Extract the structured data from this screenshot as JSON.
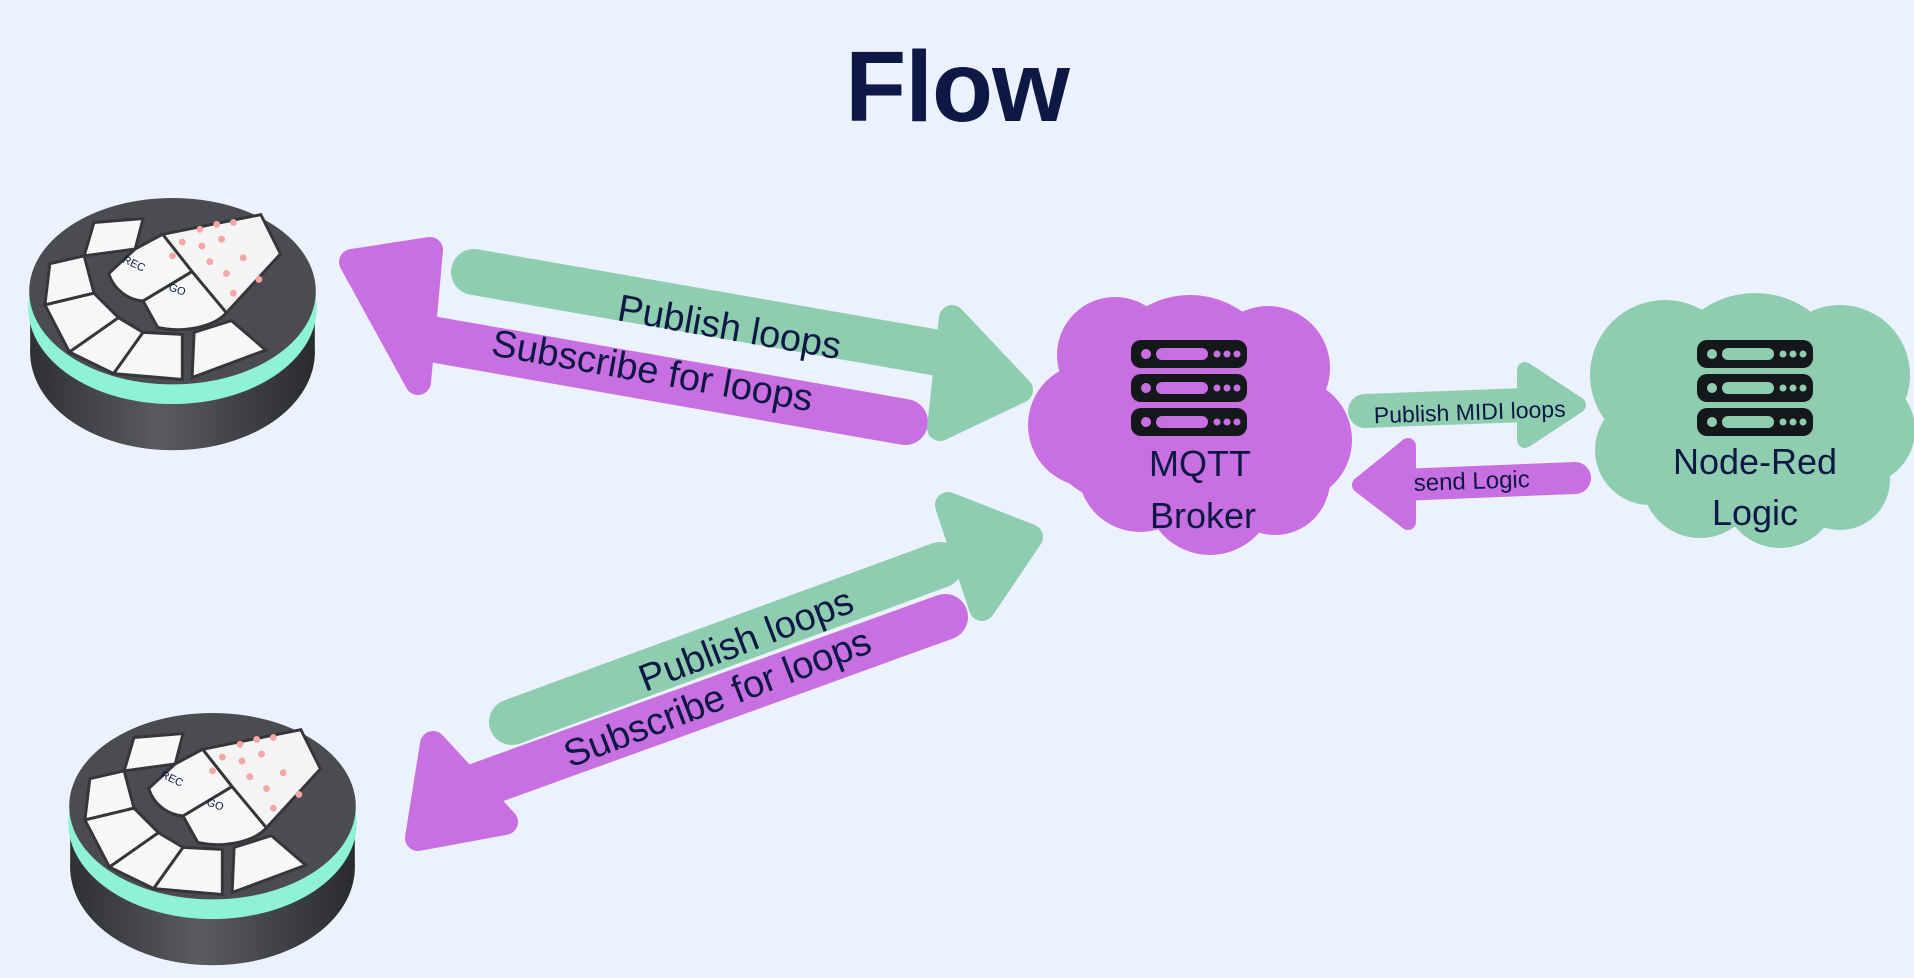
{
  "title": "Flow",
  "colors": {
    "background": "#ecf2fd",
    "publish": "#8ecdb0",
    "subscribe": "#c86fe1",
    "device_ring": "#8ef2d5",
    "text": "#0d1845"
  },
  "devices": [
    {
      "rec_label": "REC",
      "go_label": "GO"
    },
    {
      "rec_label": "REC",
      "go_label": "GO"
    }
  ],
  "arrows": {
    "top_publish": "Publish loops",
    "top_subscribe": "Subscribe for loops",
    "bottom_publish": "Publish loops",
    "bottom_subscribe": "Subscribe for loops",
    "publish_midi": "Publish MIDI loops",
    "send_logic": "send Logic"
  },
  "nodes": {
    "mqtt": {
      "line1": "MQTT",
      "line2": "Broker",
      "icon": "server-icon"
    },
    "nodered": {
      "line1": "Node-Red",
      "line2": "Logic",
      "icon": "server-icon"
    }
  }
}
